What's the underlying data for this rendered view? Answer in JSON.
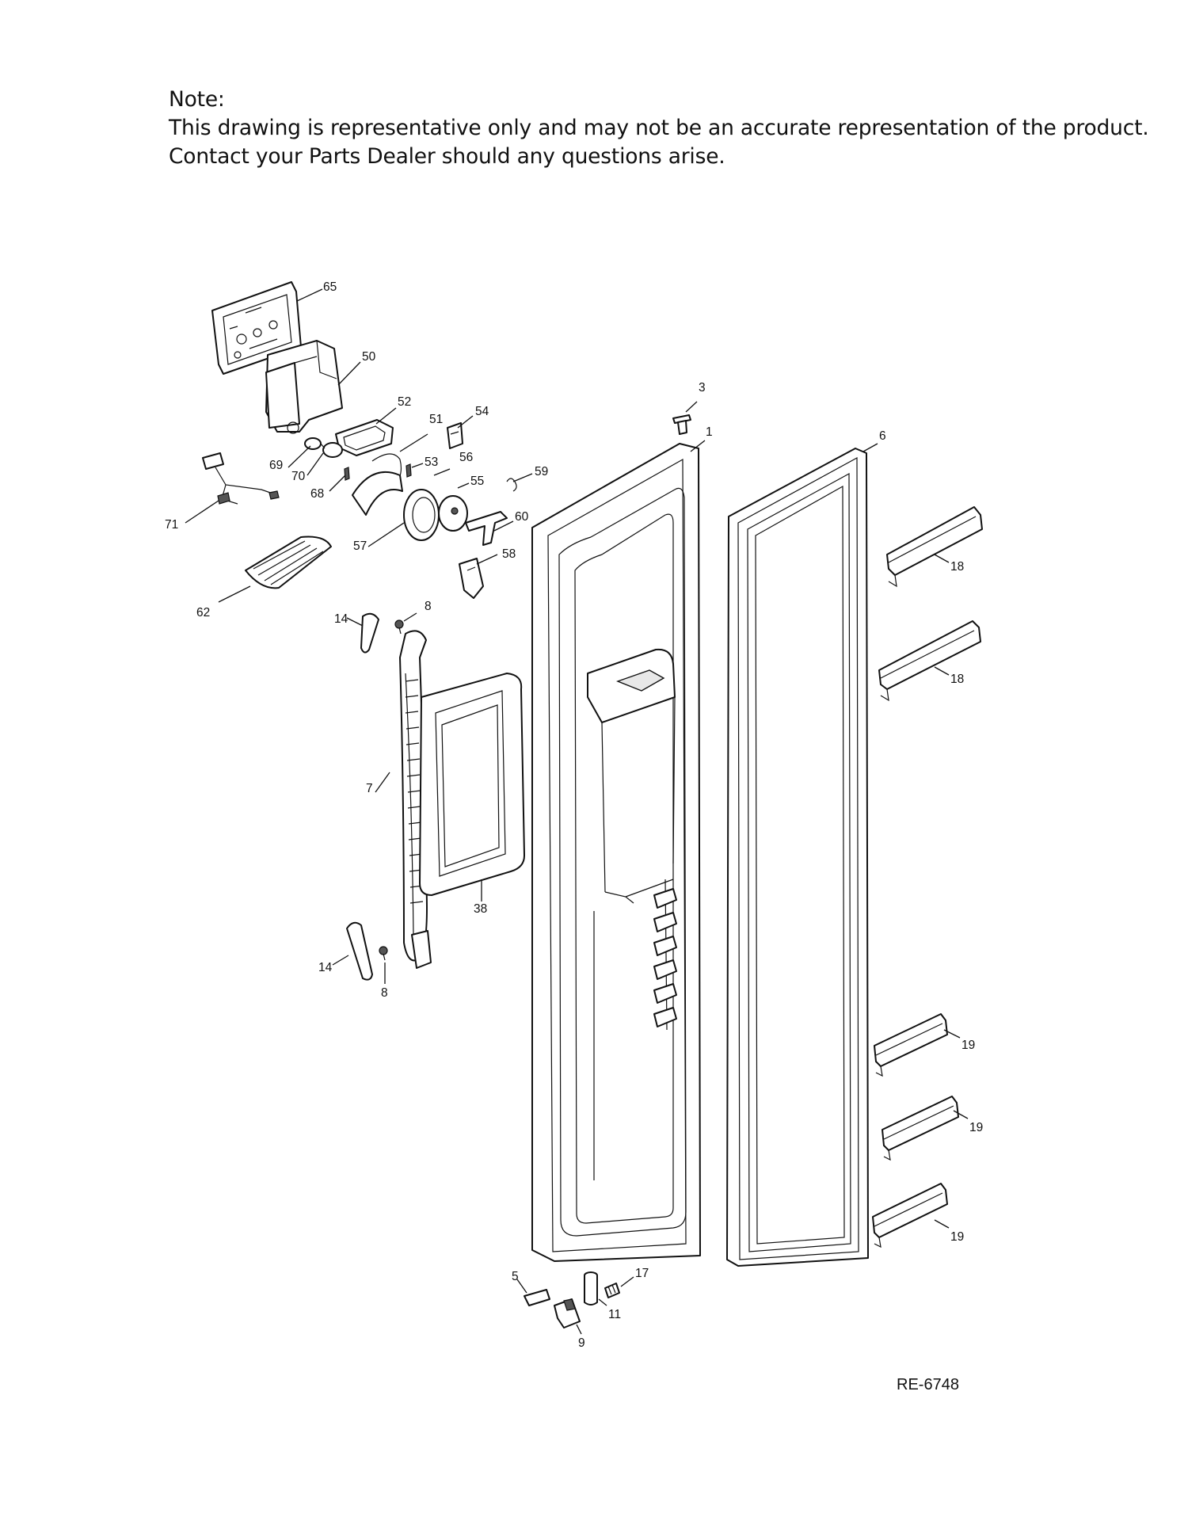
{
  "note": {
    "title": "Note:",
    "line1": "This drawing is representative only and may not be an accurate representation of the product.",
    "line2": "Contact your Parts Dealer should any questions arise."
  },
  "diagram_ref": "RE-6748",
  "callouts": {
    "c65": "65",
    "c50": "50",
    "c52": "52",
    "c51": "51",
    "c54": "54",
    "c3": "3",
    "c1": "1",
    "c6": "6",
    "c69": "69",
    "c70": "70",
    "c53": "53",
    "c56": "56",
    "c55": "55",
    "c59": "59",
    "c68": "68",
    "c71": "71",
    "c60": "60",
    "c57": "57",
    "c58": "58",
    "c18a": "18",
    "c18b": "18",
    "c62": "62",
    "c14a": "14",
    "c8a": "8",
    "c7": "7",
    "c38": "38",
    "c14b": "14",
    "c8b": "8",
    "c19a": "19",
    "c19b": "19",
    "c19c": "19",
    "c5": "5",
    "c17": "17",
    "c11": "11",
    "c9": "9"
  }
}
